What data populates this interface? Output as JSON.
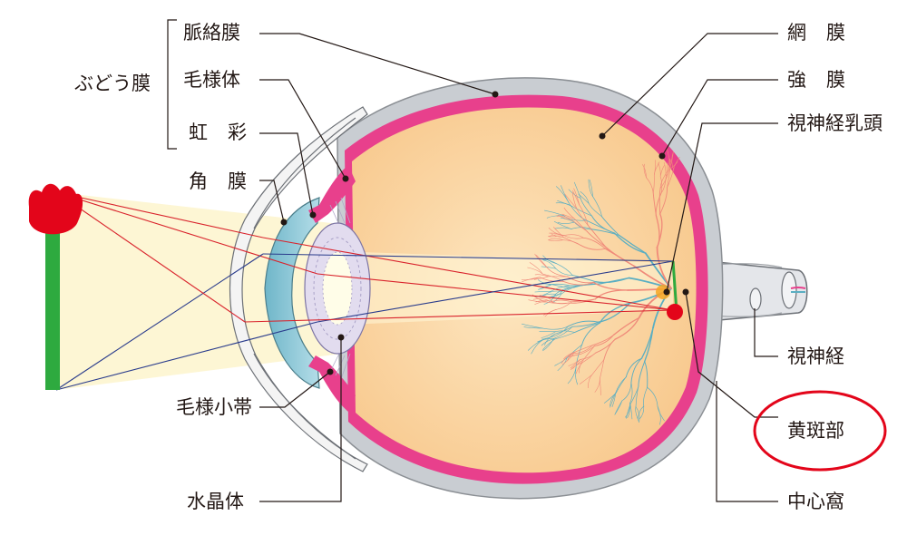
{
  "labels": {
    "choroid": "脈絡膜",
    "ciliary_body": "毛様体",
    "iris": "虹彩",
    "uvea": "ぶどう膜",
    "cornea": "角膜",
    "zonule": "毛様小帯",
    "lens": "水晶体",
    "retina": "網膜",
    "sclera": "強膜",
    "optic_disc": "視神経乳頭",
    "optic_nerve": "視神経",
    "macula": "黄斑部",
    "fovea": "中心窩"
  },
  "colors": {
    "sclera": "#c9cdd2",
    "sclera_stroke": "#8b8f94",
    "choroid": "#e8408c",
    "retina_interior": "#fbd8a8",
    "cornea": "#8fc8d8",
    "lens": "#e2dcef",
    "light_cone": "#fdf6d2",
    "ray_red": "#d9232c",
    "ray_blue": "#2a3c8c",
    "vessel_artery": "#f08a7a",
    "vessel_vein": "#5aaec2",
    "tulip_flower": "#e3051a",
    "tulip_stem": "#2eaa3f",
    "macula_highlight": "#e3051a",
    "leader_line": "#231815"
  }
}
